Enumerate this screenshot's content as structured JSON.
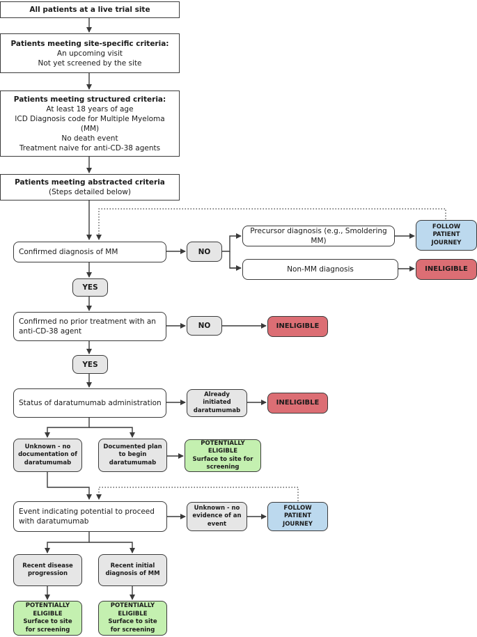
{
  "top": {
    "all_patients": "All patients at a live trial site",
    "site_specific": {
      "title": "Patients meeting site-specific criteria:",
      "items": [
        "An upcoming visit",
        "Not yet screened by the site"
      ]
    },
    "structured": {
      "title": "Patients meeting structured criteria:",
      "items": [
        "At least 18 years of age",
        "ICD Diagnosis code for Multiple Myeloma (MM)",
        "No death event",
        "Treatment naive for anti-CD-38 agents"
      ]
    },
    "abstracted": {
      "title": "Patients meeting abstracted criteria",
      "subtitle": "(Steps detailed below)"
    }
  },
  "flow": {
    "confirmed_mm": "Confirmed diagnosis of MM",
    "no_1": "NO",
    "precursor": "Precursor diagnosis (e.g., Smoldering MM)",
    "follow_1": "FOLLOW PATIENT JOURNEY",
    "non_mm": "Non-MM diagnosis",
    "ineligible_1": "INELIGIBLE",
    "yes_1": "YES",
    "no_prior": "Confirmed no prior treatment with an anti-CD-38 agent",
    "no_2": "NO",
    "ineligible_2": "INELIGIBLE",
    "yes_2": "YES",
    "status": "Status of daratumumab administration",
    "already_initiated": "Already initiated daratumumab",
    "ineligible_3": "INELIGIBLE",
    "unknown_doc": "Unknown - no documentation of daratumumab",
    "documented_plan": "Documented plan to begin daratumumab",
    "pe_1": {
      "title": "POTENTIALLY ELIGIBLE",
      "sub": "Surface to site for screening"
    },
    "event": "Event indicating potential to proceed with daratumumab",
    "unknown_event": "Unknown - no evidence of an event",
    "follow_2": "FOLLOW PATIENT JOURNEY",
    "recent_progression": "Recent disease progression",
    "recent_initial": "Recent initial diagnosis of MM",
    "pe_2": {
      "title": "POTENTIALLY ELIGIBLE",
      "sub": "Surface to site for screening"
    },
    "pe_3": {
      "title": "POTENTIALLY ELIGIBLE",
      "sub": "Surface to site for screening"
    }
  },
  "colors": {
    "grey": "#e6e6e6",
    "ineligible": "#dc6e74",
    "eligible": "#c4f0b0",
    "follow": "#bcd9ee",
    "line": "#3a3a3a"
  }
}
